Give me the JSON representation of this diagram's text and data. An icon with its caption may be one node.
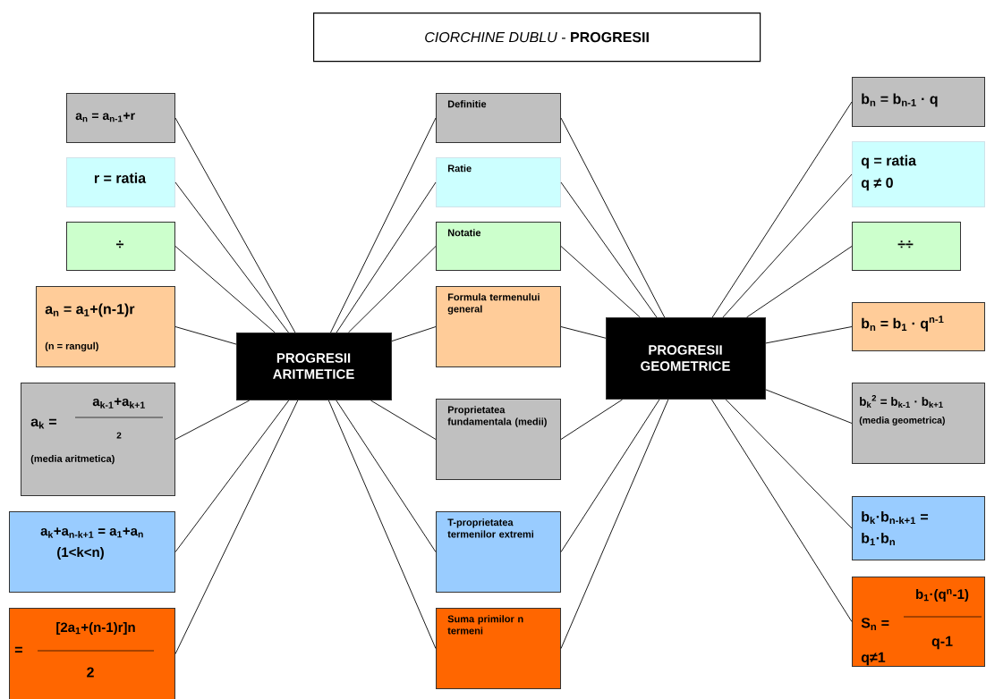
{
  "diagram": {
    "title": "*CIORCHINE DUBLU* - **PROGRESII**",
    "nodes": [
      {
        "text": [
          "PROGRESII ARITMETICE"
        ]
      },
      {
        "text": [
          "PROGRESII GEOMETRICE"
        ]
      },
      {
        "text": [
          "Definitie"
        ]
      },
      {
        "text": [
          "Ratie"
        ]
      },
      {
        "text": [
          "Notatie"
        ]
      },
      {
        "text": [
          "Formula termenului general"
        ]
      },
      {
        "text": [
          "Proprietatea fundamentala (medii)"
        ]
      },
      {
        "text": [
          "T-proprietatea termenilor extremi"
        ]
      },
      {
        "text": [
          "Suma primilor n termeni"
        ]
      },
      {
        "text": [
          "a$_{n}$ = a$_{n-1}$+r"
        ]
      },
      {
        "text": [
          "r = ratia"
        ]
      },
      {
        "text": [
          "÷"
        ]
      },
      {
        "text": [
          "a$_{n}$ = a$_{1}$+(n-1)r",
          "(n = rangul)"
        ]
      },
      {
        "text": [
          "a$_{k}$ =",
          "a$_{k-1}$+a$_{k+1}$",
          "2",
          "(media aritmetica)"
        ]
      },
      {
        "text": [
          "a$_{k}$+a$_{n-k+1}$ = a$_{1}$+a$_{n}$",
          "(1<k<n)"
        ]
      },
      {
        "text": [
          "=",
          "[2a$_{1}$+(n-1)r]n",
          "2"
        ]
      },
      {
        "text": [
          "b$_{n}$ = b$_{n-1}$ · q"
        ]
      },
      {
        "text": [
          "q = ratia",
          "q ≠ 0"
        ]
      },
      {
        "text": [
          "÷÷"
        ]
      },
      {
        "text": [
          "b$_{n}$ = b$_{1}$ · q$^{n-1}$"
        ]
      },
      {
        "text": [
          "b$_{k}$$^{2}$ = b$_{k-1}$ · b$_{k+1}$",
          "(media geometrica)"
        ]
      },
      {
        "text": [
          "b$_{k}$·b$_{n-k+1}$ =",
          "b$_{1}$·b$_{n}$"
        ]
      },
      {
        "text": [
          "S$_{n}$ =",
          "b$_{1}$·(q$^{n}$-1)",
          "q-1",
          "q≠1"
        ]
      }
    ],
    "edges": [
      {
        "from": 9,
        "to": 0,
        "arrow": "none"
      },
      {
        "from": 10,
        "to": 0,
        "arrow": "none"
      },
      {
        "from": 11,
        "to": 0,
        "arrow": "none"
      },
      {
        "from": 12,
        "to": 0,
        "arrow": "none"
      },
      {
        "from": 13,
        "to": 0,
        "arrow": "none"
      },
      {
        "from": 14,
        "to": 0,
        "arrow": "none"
      },
      {
        "from": 15,
        "to": 0,
        "arrow": "none"
      },
      {
        "from": 2,
        "to": 0,
        "arrow": "none"
      },
      {
        "from": 3,
        "to": 0,
        "arrow": "none"
      },
      {
        "from": 4,
        "to": 0,
        "arrow": "none"
      },
      {
        "from": 5,
        "to": 0,
        "arrow": "none"
      },
      {
        "from": 6,
        "to": 0,
        "arrow": "none"
      },
      {
        "from": 7,
        "to": 0,
        "arrow": "none"
      },
      {
        "from": 8,
        "to": 0,
        "arrow": "none"
      },
      {
        "from": 2,
        "to": 1,
        "arrow": "none"
      },
      {
        "from": 3,
        "to": 1,
        "arrow": "none"
      },
      {
        "from": 4,
        "to": 1,
        "arrow": "none"
      },
      {
        "from": 5,
        "to": 1,
        "arrow": "none"
      },
      {
        "from": 6,
        "to": 1,
        "arrow": "none"
      },
      {
        "from": 7,
        "to": 1,
        "arrow": "none"
      },
      {
        "from": 8,
        "to": 1,
        "arrow": "none"
      },
      {
        "from": 16,
        "to": 1,
        "arrow": "none"
      },
      {
        "from": 17,
        "to": 1,
        "arrow": "none"
      },
      {
        "from": 18,
        "to": 1,
        "arrow": "none"
      },
      {
        "from": 19,
        "to": 1,
        "arrow": "none"
      },
      {
        "from": 20,
        "to": 1,
        "arrow": "none"
      },
      {
        "from": 21,
        "to": 1,
        "arrow": "none"
      },
      {
        "from": 22,
        "to": 1,
        "arrow": "none"
      }
    ]
  }
}
